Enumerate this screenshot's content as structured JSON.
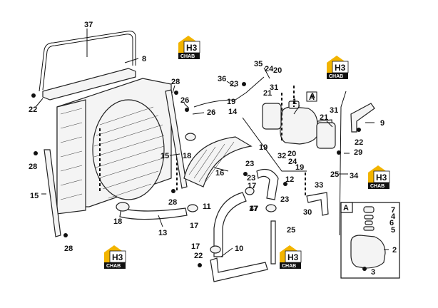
{
  "diagram": {
    "callouts": [
      "37",
      "8",
      "22",
      "28",
      "26",
      "26",
      "36",
      "23",
      "19",
      "14",
      "35",
      "24",
      "20",
      "31",
      "21",
      "1",
      "A",
      "21",
      "31",
      "9",
      "22",
      "29",
      "15",
      "18",
      "16",
      "19",
      "32",
      "20",
      "24",
      "23",
      "12",
      "19",
      "23",
      "17",
      "25",
      "34",
      "33",
      "23",
      "47",
      "15",
      "28",
      "28",
      "11",
      "17",
      "30",
      "17",
      "25",
      "18",
      "13",
      "28",
      "17",
      "22",
      "10",
      "A",
      "7",
      "4",
      "6",
      "5",
      "2",
      "3"
    ],
    "inset_label": "A",
    "logo": {
      "brand_top": "H3",
      "brand_bottom": "CHAB",
      "accent": "#f2b400"
    }
  }
}
